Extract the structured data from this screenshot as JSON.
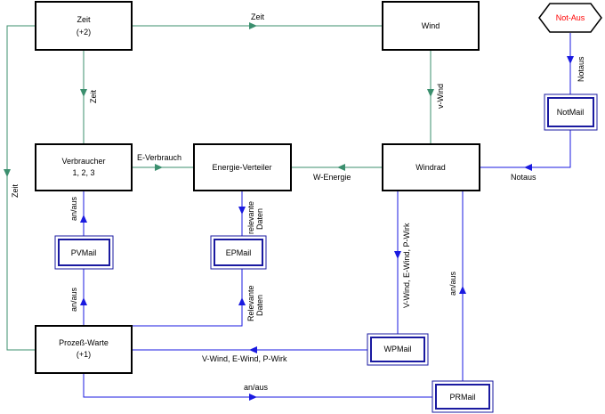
{
  "nodes": {
    "zeit": {
      "line1": "Zeit",
      "line2": "(+2)"
    },
    "wind": {
      "label": "Wind"
    },
    "not_aus": {
      "label": "Not-Aus"
    },
    "notmail": {
      "label": "NotMail"
    },
    "verbraucher": {
      "line1": "Verbraucher",
      "line2": "1, 2, 3"
    },
    "energie_verteiler": {
      "label": "Energie-Verteiler"
    },
    "windrad": {
      "label": "Windrad"
    },
    "pvmail": {
      "label": "PVMail"
    },
    "epmail": {
      "label": "EPMail"
    },
    "wpmail": {
      "label": "WPMail"
    },
    "prmail": {
      "label": "PRMail"
    },
    "prozess_warte": {
      "line1": "Prozeß-Warte",
      "line2": "(+1)"
    }
  },
  "edges": {
    "zeit_to_wind": "Zeit",
    "zeit_to_verbraucher": "Zeit",
    "zeit_to_warte": "Zeit",
    "wind_to_windrad": "v-Wind",
    "notaus_to_notmail": "Notaus",
    "notmail_to_windrad": "Notaus",
    "verbraucher_to_verteiler": "E-Verbrauch",
    "windrad_to_verteiler": "W-Energie",
    "pvmail_to_verbraucher": "an/aus",
    "warte_to_pvmail": "an/aus",
    "epmail_to_verteiler_1": "relevante",
    "epmail_to_verteiler_2": "Daten",
    "warte_to_epmail_1": "Relevante",
    "warte_to_epmail_2": "Daten",
    "windrad_to_wpmail": "V-Wind, E-Wind, P-Wirk",
    "wpmail_to_warte": "V-Wind, E-Wind, P-Wirk",
    "prmail_to_windrad": "an/aus",
    "warte_to_prmail": "an/aus"
  },
  "colors": {
    "time_flow": "#3b8f6e",
    "mail_flow": "#1a1ae0",
    "not_aus_text": "#ff0000"
  }
}
